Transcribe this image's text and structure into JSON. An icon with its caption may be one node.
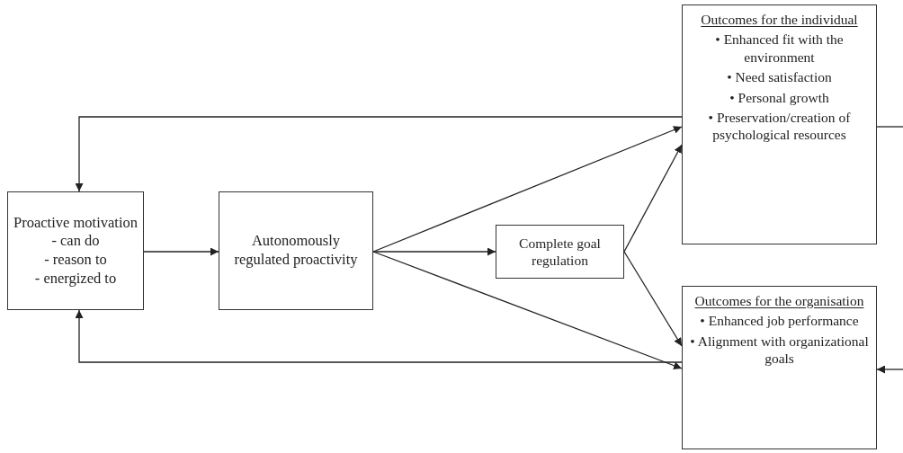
{
  "diagram": {
    "nodes": [
      {
        "text": [
          "Proactive motivation",
          "- can do",
          "- reason to",
          "- energized to"
        ]
      },
      {
        "text": [
          "Autonomously regulated proactivity"
        ]
      },
      {
        "text": [
          "Complete goal regulation"
        ]
      },
      {
        "text": [
          "Outcomes for the individual",
          "• Enhanced fit with the environment",
          "• Need satisfaction",
          "• Personal growth",
          "• Preservation/creation of psychological resources"
        ]
      },
      {
        "text": [
          "Outcomes for the organisation",
          "• Enhanced job performance",
          "• Alignment with organizational goals"
        ]
      }
    ],
    "edges": [
      {
        "from": 0,
        "to": 1,
        "arrow": "to"
      },
      {
        "from": 1,
        "to": 2,
        "arrow": "to"
      },
      {
        "from": 1,
        "to": 3,
        "arrow": "to"
      },
      {
        "from": 1,
        "to": 4,
        "arrow": "to"
      },
      {
        "from": 2,
        "to": 3,
        "arrow": "to"
      },
      {
        "from": 2,
        "to": 4,
        "arrow": "to"
      },
      {
        "from": 3,
        "to": 0,
        "arrow": "to"
      },
      {
        "from": 4,
        "to": 0,
        "arrow": "to"
      },
      {
        "from": 3,
        "to": null,
        "arrow": "none"
      },
      {
        "from": null,
        "to": 4,
        "arrow": "to"
      }
    ]
  }
}
